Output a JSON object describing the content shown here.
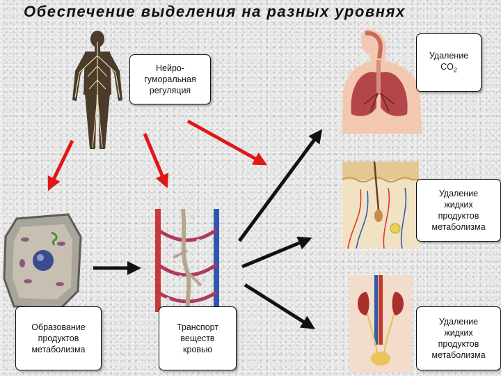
{
  "title": "Обеспечение выделения на разных уровнях",
  "boxes": {
    "neuro": "Нейро-\nгуморальная\nрегуляция",
    "co2_text": "Удаление",
    "co2_formula": "CO",
    "co2_subscript": "2",
    "skin": "Удаление\nжидких\nпродуктов\nметаболизма",
    "kidney": "Удаление\nжидких\nпродуктов\nметаболизма",
    "formation": "Образование\nпродуктов\nметаболизма",
    "transport": "Транспорт\nвеществ\nкровью"
  },
  "colors": {
    "regulation_arrow": "#e21616",
    "flow_arrow": "#111111"
  }
}
